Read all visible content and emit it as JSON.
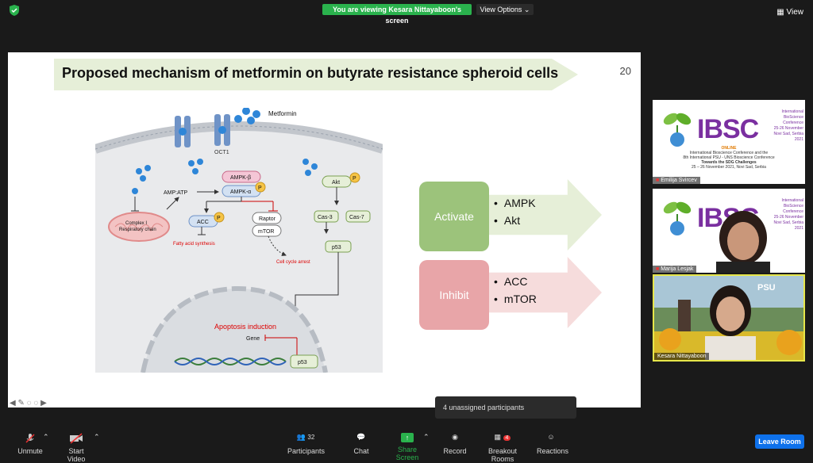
{
  "topbar": {
    "banner": "You are viewing Kesara Nittayaboon's screen",
    "view_options": "View Options",
    "view": "View"
  },
  "slide": {
    "title": "Proposed mechanism of metformin on butyrate resistance spheroid cells",
    "number": "20",
    "diagram": {
      "metformin": "Metformin",
      "oct1": "OCT1",
      "ampk_b": "AMPK-β",
      "ampk_a": "AMPK-α",
      "amp_atp": "AMP:ATP",
      "complex": "Complex I",
      "resp": "Respiratory chain",
      "acc": "ACC",
      "fatty": "Fatty acid synthesis",
      "raptor": "Raptor",
      "mtor": "mTOR",
      "cell_cycle": "Cell cycle arrest",
      "akt": "Akt",
      "cas3": "Cas-3",
      "cas7": "Cas-7",
      "p53": "p53",
      "p53b": "p53",
      "apoptosis": "Apoptosis induction",
      "gene": "Gene",
      "p": "P"
    },
    "activate": {
      "label": "Activate",
      "items": [
        "AMPK",
        "Akt"
      ]
    },
    "inhibit": {
      "label": "Inhibit",
      "items": [
        "ACC",
        "mTOR"
      ]
    }
  },
  "participants": [
    {
      "name": "Emilija Svircev"
    },
    {
      "name": "Marija Lesjak"
    },
    {
      "name": "Kesara Nittayaboon"
    }
  ],
  "ibsc": {
    "logo": "IBSC",
    "side1": "International BioScience Conference",
    "side2": "25-26 November",
    "side3": "Novi Sad, Serbia",
    "year": "2021",
    "online": "ONLINE",
    "l1": "International Bioscience Conference and the",
    "l2": "8th International PSU - UNS Bioscience Conference",
    "l3": "Towards the SDG Challenges",
    "l4": "25 – 26 November 2021, Novi Sad, Serbia"
  },
  "tooltip": "4 unassigned participants",
  "bottombar": {
    "unmute": "Unmute",
    "start_video": "Start Video",
    "participants": "Participants",
    "participants_count": "32",
    "chat": "Chat",
    "share_screen": "Share Screen",
    "record": "Record",
    "breakout": "Breakout Rooms",
    "breakout_badge": "4",
    "reactions": "Reactions",
    "leave": "Leave Room"
  }
}
